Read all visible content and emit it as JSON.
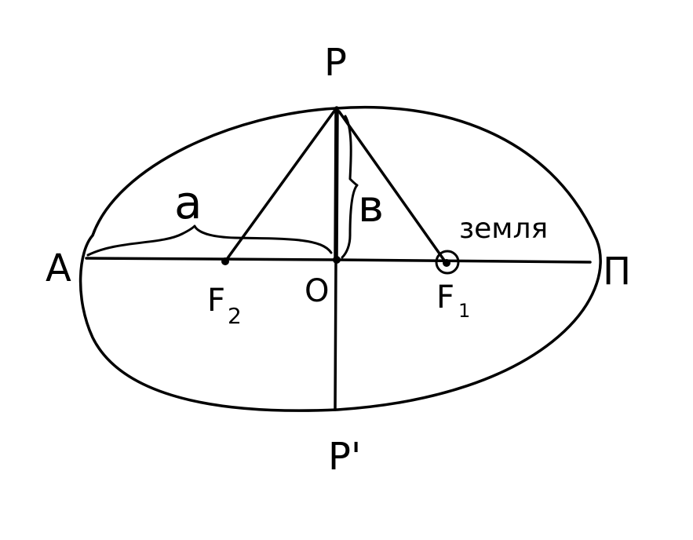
{
  "labels": {
    "top_vertex": "P",
    "bottom_vertex": "P'",
    "left_vertex": "A",
    "right_vertex": "П",
    "center": "O",
    "focus_left_main": "F",
    "focus_left_sub": "2",
    "focus_right_main": "F",
    "focus_right_sub": "1",
    "semi_major": "a",
    "semi_minor": "в",
    "earth": "земля"
  },
  "colors": {
    "ink": "#000000",
    "background": "#ffffff"
  }
}
